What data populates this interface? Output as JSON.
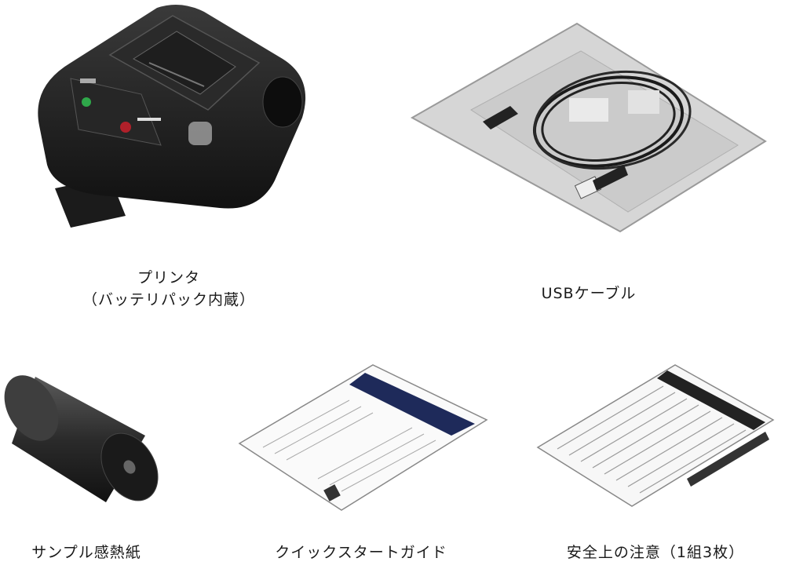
{
  "items": [
    {
      "id": "printer",
      "caption_lines": [
        "プリンタ",
        "（バッテリパック内蔵）"
      ],
      "icon": "printer-illustration"
    },
    {
      "id": "usb_cable",
      "caption_lines": [
        "USBケーブル"
      ],
      "icon": "usb-cable-illustration"
    },
    {
      "id": "paper_roll",
      "caption_lines": [
        "サンプル感熱紙"
      ],
      "icon": "paper-roll-illustration"
    },
    {
      "id": "quick_start",
      "caption_lines": [
        "クイックスタートガイド"
      ],
      "icon": "quick-start-guide-illustration"
    },
    {
      "id": "safety",
      "caption_lines": [
        "安全上の注意（1組3枚）"
      ],
      "icon": "safety-notice-illustration"
    }
  ]
}
